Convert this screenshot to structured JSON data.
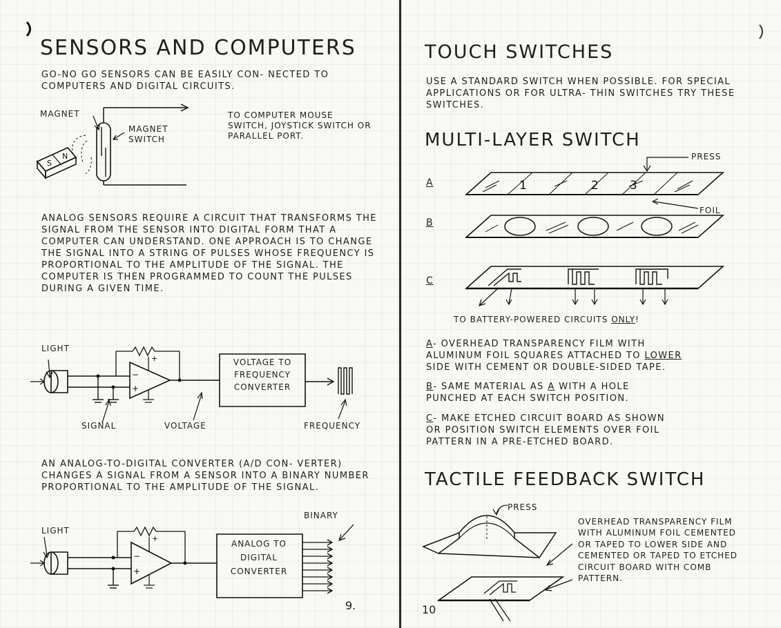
{
  "left": {
    "title": "SENSORS AND COMPUTERS",
    "intro": "GO-NO GO SENSORS CAN BE EASILY CON- NECTED TO COMPUTERS AND DIGITAL CIRCUITS.",
    "fig1": {
      "magnet": "MAGNET",
      "magnet_switch": "MAGNET SWITCH",
      "pole_s": "S",
      "pole_n": "N",
      "targets": "TO COMPUTER MOUSE SWITCH, JOYSTICK SWITCH OR PARALLEL PORT."
    },
    "analog_para": "ANALOG SENSORS REQUIRE A CIRCUIT THAT TRANSFORMS THE SIGNAL FROM THE SENSOR INTO DIGITAL FORM THAT A COMPUTER CAN UNDERSTAND. ONE APPROACH IS TO CHANGE THE SIGNAL INTO A STRING OF PULSES WHOSE FREQUENCY IS PROPORTIONAL TO THE AMPLITUDE OF THE SIGNAL. THE COMPUTER IS THEN PROGRAMMED TO COUNT THE PULSES DURING A GIVEN TIME.",
    "fig2": {
      "light": "LIGHT",
      "box": "VOLTAGE TO FREQUENCY CONVERTER",
      "signal": "SIGNAL",
      "voltage": "VOLTAGE",
      "frequency": "FREQUENCY"
    },
    "adc_para": "AN ANALOG-TO-DIGITAL CONVERTER (A/D CON- VERTER) CHANGES A SIGNAL FROM A SENSOR INTO A BINARY NUMBER PROPORTIONAL TO THE AMPLITUDE OF THE SIGNAL.",
    "fig3": {
      "light": "LIGHT",
      "binary": "BINARY",
      "box": "ANALOG TO DIGITAL CONVERTER"
    },
    "page_number": "9."
  },
  "right": {
    "title": "TOUCH SWITCHES",
    "intro": "USE A STANDARD SWITCH WHEN POSSIBLE. FOR SPECIAL APPLICATIONS OR FOR ULTRA- THIN SWITCHES TRY THESE SWITCHES.",
    "multi_title": "MULTI-LAYER SWITCH",
    "fig": {
      "press": "PRESS",
      "foil": "FOIL",
      "layer_a": "A",
      "layer_b": "B",
      "layer_c": "C",
      "key1": "1",
      "key2": "2",
      "key3": "3",
      "battery_prefix": "TO BATTERY-POWERED CIRCUITS",
      "battery_only": "ONLY",
      "battery_bang": "!"
    },
    "desc_a": {
      "letter": "A",
      "t1": "- OVERHEAD TRANSPARENCY FILM WITH",
      "t2": "ALUMINUM FOIL SQUARES ATTACHED TO",
      "lower": "LOWER",
      "t3": "SIDE WITH CEMENT OR DOUBLE-SIDED TAPE."
    },
    "desc_b": {
      "letter": "B",
      "t1": "- SAME MATERIAL AS",
      "a": "A",
      "t2": "WITH A HOLE",
      "t3": "PUNCHED AT EACH SWITCH POSITION."
    },
    "desc_c": {
      "letter": "C",
      "t1": "- MAKE ETCHED CIRCUIT BOARD AS SHOWN",
      "t2": "OR POSITION SWITCH ELEMENTS OVER FOIL",
      "t3": "PATTERN IN A PRE-ETCHED BOARD."
    },
    "tactile_title": "TACTILE FEEDBACK SWITCH",
    "tactile": {
      "press": "PRESS",
      "note": "OVERHEAD TRANSPARENCY FILM WITH ALUMINUM FOIL CEMENTED OR TAPED TO LOWER SIDE AND CEMENTED OR TAPED TO ETCHED CIRCUIT BOARD WITH COMB PATTERN."
    },
    "page_number": "10"
  }
}
